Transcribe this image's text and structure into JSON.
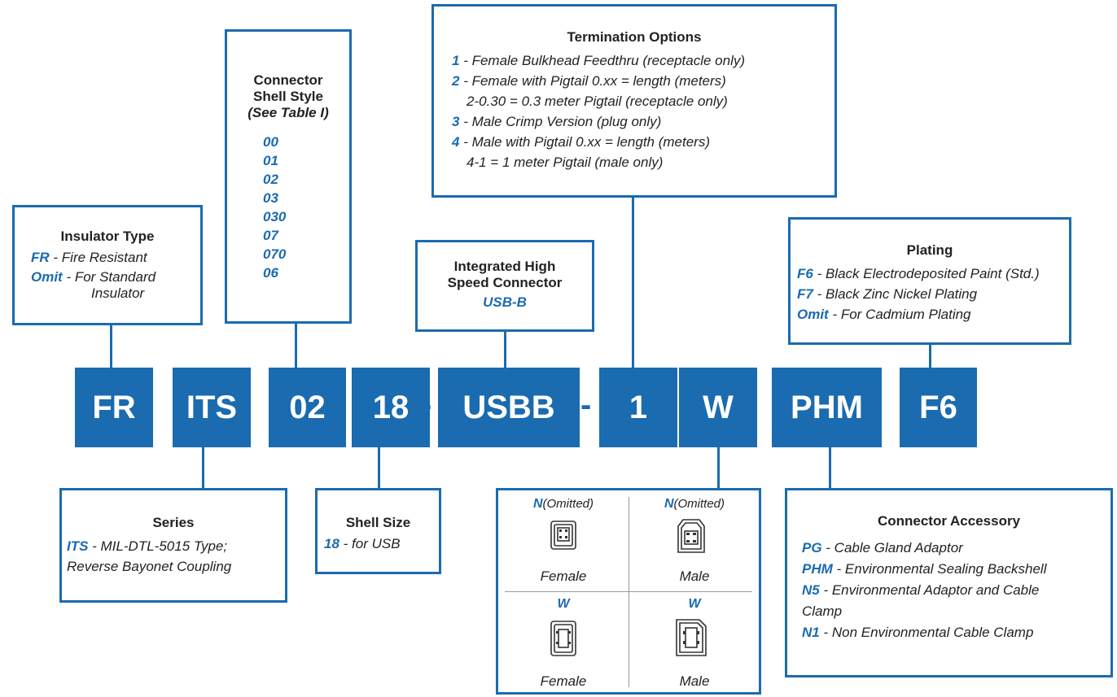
{
  "segments": [
    "FR",
    "ITS",
    "02",
    "18",
    "USBB",
    "1",
    "W",
    "PHM",
    "F6"
  ],
  "separator": "-",
  "insulator": {
    "title": "Insulator Type",
    "opt1_code": "FR",
    "opt1_text": " - Fire Resistant",
    "opt2_code": "Omit",
    "opt2_text": " - For Standard",
    "opt2_text2": "Insulator"
  },
  "shell_style": {
    "title1": "Connector",
    "title2": "Shell Style",
    "subtitle": "(See Table I)",
    "codes": [
      "00",
      "01",
      "02",
      "03",
      "030",
      "07",
      "070",
      "06"
    ]
  },
  "high_speed": {
    "title1": "Integrated High",
    "title2": "Speed Connector",
    "code": "USB-B"
  },
  "termination": {
    "title": "Termination Options",
    "o1_code": "1",
    "o1_text": " - Female Bulkhead Feedthru (receptacle only)",
    "o2_code": "2",
    "o2_text": " - Female with Pigtail 0.xx = length (meters)",
    "o2_sub": "2-0.30 = 0.3 meter Pigtail (receptacle only)",
    "o3_code": "3",
    "o3_text": " - Male Crimp Version (plug only)",
    "o4_code": "4",
    "o4_text": " - Male with Pigtail 0.xx = length (meters)",
    "o4_sub": "4-1 = 1 meter Pigtail (male only)"
  },
  "plating": {
    "title": "Plating",
    "o1_code": "F6",
    "o1_text": " - Black Electrodeposited Paint (Std.)",
    "o2_code": "F7",
    "o2_text": " - Black Zinc Nickel  Plating",
    "o3_code": "Omit",
    "o3_text": " - For Cadmium Plating"
  },
  "series": {
    "title": "Series",
    "code": "ITS",
    "text": " - MIL-DTL-5015 Type;",
    "text2": "Reverse Bayonet Coupling"
  },
  "shell_size": {
    "title": "Shell Size",
    "code": "18",
    "text": " - for USB"
  },
  "orientation": {
    "tl_code": "N",
    "tl_note": "(Omitted)",
    "tl_label": "Female",
    "tr_code": "N",
    "tr_note": "(Omitted)",
    "tr_label": "Male",
    "bl_code": "W",
    "bl_label": "Female",
    "br_code": "W",
    "br_label": "Male"
  },
  "accessory": {
    "title": "Connector Accessory",
    "o1_code": "PG",
    "o1_text": " - Cable Gland Adaptor",
    "o2_code": "PHM",
    "o2_text": " - Environmental Sealing Backshell",
    "o3_code": "N5",
    "o3_text": " - Environmental Adaptor and Cable",
    "o3_text2": "Clamp",
    "o4_code": "N1",
    "o4_text": " - Non Environmental Cable Clamp"
  },
  "colors": {
    "accent": "#1a6bb0"
  }
}
